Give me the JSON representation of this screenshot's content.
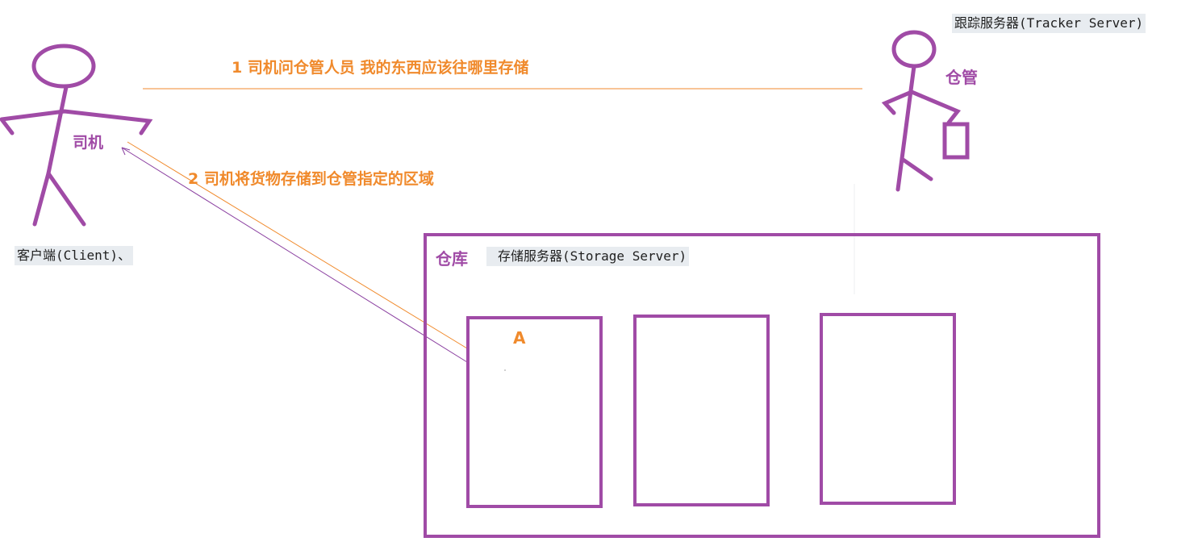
{
  "colors": {
    "figure": "#a04ba6",
    "orange": "#f08a2c",
    "purple_line": "#8a3fa0",
    "code_bg": "#e8ecf0"
  },
  "labels": {
    "tracker_server": "跟踪服务器(Tracker Server)",
    "warehouse_keeper": "仓管",
    "driver": "司机",
    "client": "客户端(Client)、",
    "step1": "1 司机问仓管人员  我的东西应该往哪里存储",
    "step2": "2 司机将货物存储到仓管指定的区域",
    "warehouse": "仓库",
    "storage_server": "存储服务器(Storage Server)",
    "zone_a": "A"
  }
}
